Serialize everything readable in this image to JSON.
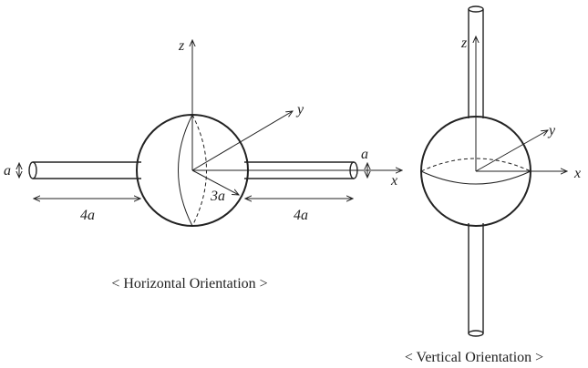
{
  "horizontal": {
    "caption": "< Horizontal Orientation >",
    "axes": {
      "x": "x",
      "y": "y",
      "z": "z"
    },
    "labels": {
      "rod_diameter_left": "a",
      "rod_diameter_right": "a",
      "rod_length_left": "4a",
      "rod_length_right": "4a",
      "sphere_radius": "3a"
    }
  },
  "vertical": {
    "caption": "< Vertical Orientation >",
    "axes": {
      "x": "x",
      "y": "y",
      "z": "z"
    }
  },
  "colors": {
    "ink": "#222222",
    "background": "#ffffff"
  }
}
